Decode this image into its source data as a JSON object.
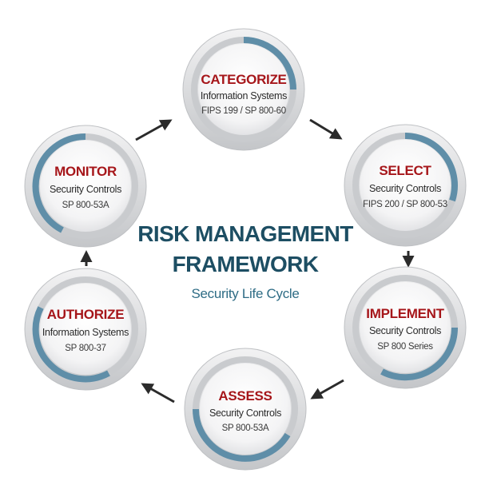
{
  "title_line1": "RISK MANAGEMENT",
  "title_line2": "FRAMEWORK",
  "subtitle": "Security Life Cycle",
  "colors": {
    "step_title": "#a6161a",
    "center_title": "#1d4e63",
    "ring_accent": "#5f8ea8",
    "ring_gray": "#c9cbce",
    "arrow": "#2b2b2b"
  },
  "steps": [
    {
      "id": "categorize",
      "title": "CATEGORIZE",
      "sub": "Information Systems",
      "ref": "FIPS 199 / SP 800-60"
    },
    {
      "id": "select",
      "title": "SELECT",
      "sub": "Security Controls",
      "ref": "FIPS 200 / SP 800-53"
    },
    {
      "id": "implement",
      "title": "IMPLEMENT",
      "sub": "Security Controls",
      "ref": "SP 800 Series"
    },
    {
      "id": "assess",
      "title": "ASSESS",
      "sub": "Security Controls",
      "ref": "SP 800-53A"
    },
    {
      "id": "authorize",
      "title": "AUTHORIZE",
      "sub": "Information Systems",
      "ref": "SP 800-37"
    },
    {
      "id": "monitor",
      "title": "MONITOR",
      "sub": "Security Controls",
      "ref": "SP 800-53A"
    }
  ]
}
